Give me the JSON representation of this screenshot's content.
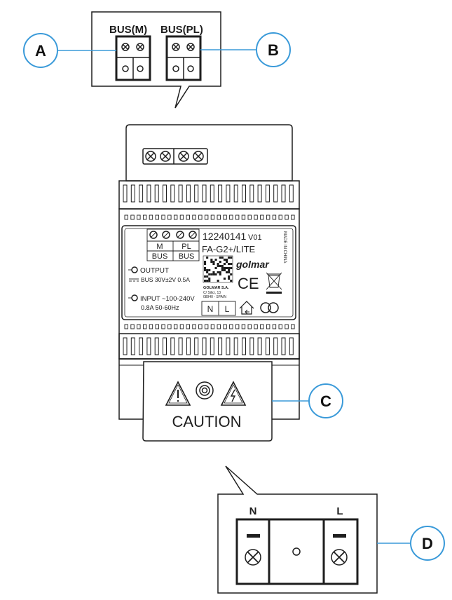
{
  "callouts": {
    "a": "A",
    "b": "B",
    "c": "C",
    "d": "D"
  },
  "top_detail": {
    "bus_m": "BUS(M)",
    "bus_pl": "BUS(PL)"
  },
  "label_plate": {
    "part_number": "12240141",
    "version": "V01",
    "model": "FA-G2+/LITE",
    "m_label": "M",
    "pl_label": "PL",
    "bus_label_left": "BUS",
    "bus_label_right": "BUS",
    "output_title": "OUTPUT",
    "output_spec": "BUS 30V±2V 0.5A",
    "input_title": "INPUT ~100-240V",
    "input_spec": "0.8A 50-60Hz",
    "brand": "golmar",
    "company": "GOLMAR S.A.",
    "address_line1": "C/ Silici, 13",
    "address_line2": "08940 - SPAIN",
    "made_in": "MADE IN CHINA",
    "ce": "CE",
    "n_terminal": "N",
    "l_terminal": "L"
  },
  "cover": {
    "caution": "CAUTION"
  },
  "bottom_detail": {
    "n_label": "N",
    "l_label": "L"
  },
  "colors": {
    "callout_stroke": "#3a9ad9",
    "ink": "#1e1e1e"
  }
}
